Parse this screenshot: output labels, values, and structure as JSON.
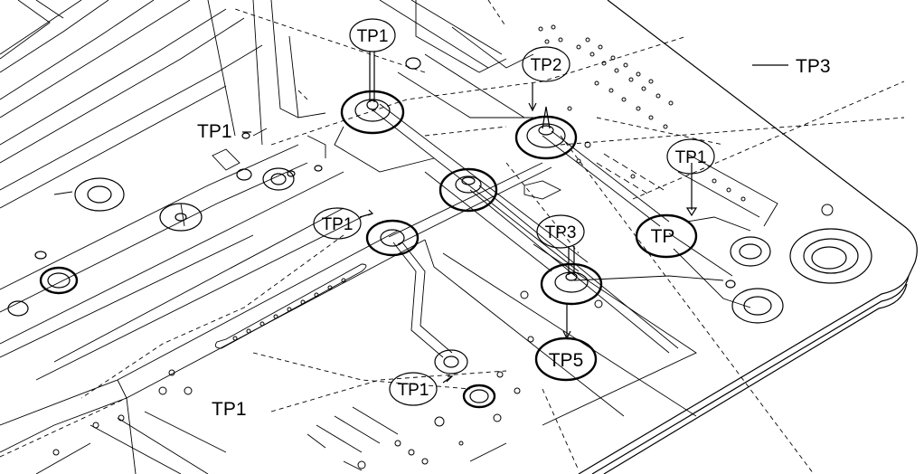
{
  "labels": {
    "tp1_top": "TP1",
    "tp2": "TP2",
    "tp3_right": "TP3",
    "tp1_left": "TP1",
    "tp1_right": "TP1",
    "tp1_mid": "TP1",
    "tp_right": "TP",
    "tp3_center": "TP3",
    "tp5": "TP5",
    "tp1_bottom": "TP1",
    "tp1_lower_left": "TP1"
  }
}
